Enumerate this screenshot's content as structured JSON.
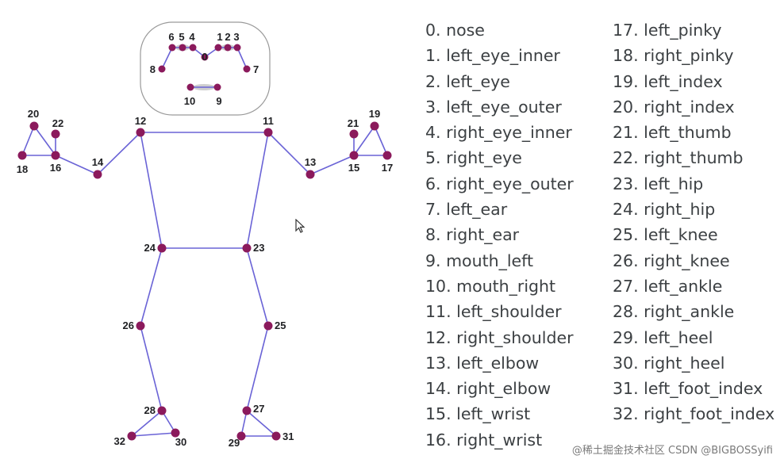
{
  "landmarks_left": [
    "0. nose",
    "1. left_eye_inner",
    "2. left_eye",
    "3. left_eye_outer",
    "4. right_eye_inner",
    "5. right_eye",
    "6. right_eye_outer",
    "7. left_ear",
    "8. right_ear",
    "9. mouth_left",
    "10. mouth_right",
    "11. left_shoulder",
    "12. right_shoulder",
    "13. left_elbow",
    "14. right_elbow",
    "15. left_wrist",
    "16. right_wrist"
  ],
  "landmarks_right": [
    "17. left_pinky",
    "18. right_pinky",
    "19. left_index",
    "20. right_index",
    "21. left_thumb",
    "22. right_thumb",
    "23. left_hip",
    "24. right_hip",
    "25. left_knee",
    "26. right_knee",
    "27. left_ankle",
    "28. right_ankle",
    "29. left_heel",
    "30. right_heel",
    "31. left_foot_index",
    "32. right_foot_index"
  ],
  "keypoint_labels": {
    "0": "0",
    "1": "1",
    "2": "2",
    "3": "3",
    "4": "4",
    "5": "5",
    "6": "6",
    "7": "7",
    "8": "8",
    "9": "9",
    "10": "10",
    "11": "11",
    "12": "12",
    "13": "13",
    "14": "14",
    "15": "15",
    "16": "16",
    "17": "17",
    "18": "18",
    "19": "19",
    "20": "20",
    "21": "21",
    "22": "22",
    "23": "23",
    "24": "24",
    "25": "25",
    "26": "26",
    "27": "27",
    "28": "28",
    "29": "29",
    "30": "30",
    "31": "31",
    "32": "32"
  },
  "colors": {
    "keypoint": "#8b1a5c",
    "bone": "#6a63d6",
    "highlight": "#cfcfcf",
    "head_outline": "#9a9a9a"
  },
  "watermark": "@稀土掘金技术社区 CSDN @BIGBOSSyifi"
}
